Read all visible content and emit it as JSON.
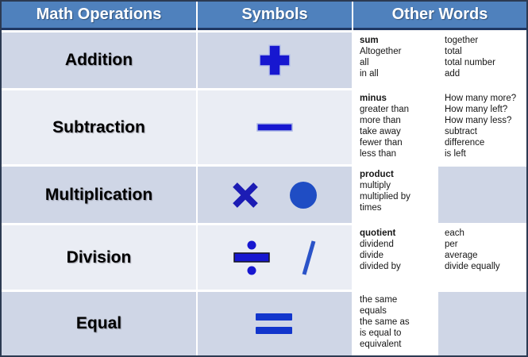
{
  "table": {
    "headers": [
      {
        "label": "Math Operations"
      },
      {
        "label": "Symbols"
      },
      {
        "label": "Other Words"
      }
    ],
    "rows": [
      {
        "operation": "Addition",
        "symbols": [
          "plus"
        ],
        "first_word_bold": true,
        "words_col_a": [
          "sum",
          "Altogether",
          "all",
          "in all"
        ],
        "words_col_b": [
          "together",
          "total",
          "total number",
          "add"
        ]
      },
      {
        "operation": "Subtraction",
        "symbols": [
          "minus"
        ],
        "first_word_bold": true,
        "words_col_a": [
          "minus",
          "greater than",
          "more than",
          "take away",
          "fewer than",
          "less than"
        ],
        "words_col_b": [
          "How many more?",
          "How many left?",
          "How many less?",
          "subtract",
          "difference",
          "is left"
        ]
      },
      {
        "operation": "Multiplication",
        "symbols": [
          "times-x",
          "dot"
        ],
        "first_word_bold": true,
        "words_col_a": [
          "product",
          "multiply",
          "multiplied by",
          "times"
        ],
        "words_col_b": []
      },
      {
        "operation": "Division",
        "symbols": [
          "obelus",
          "slash"
        ],
        "first_word_bold": true,
        "words_col_a": [
          "quotient",
          "dividend",
          "divide",
          "divided by"
        ],
        "words_col_b": [
          "each",
          "per",
          "average",
          "divide equally"
        ]
      },
      {
        "operation": "Equal",
        "symbols": [
          "equals"
        ],
        "first_word_bold": false,
        "words_col_a": [
          "the same",
          "equals",
          "the same as",
          "is equal to",
          "equivalent"
        ],
        "words_col_b": []
      }
    ],
    "colors": {
      "header_bg": "#4f81bd",
      "header_text": "#ffffff",
      "header_underline": "#1f3864",
      "row_dark": "#cfd6e6",
      "row_light": "#eaedf4",
      "cell_white": "#ffffff",
      "outer_border": "#2c3a52",
      "symbol_blue": "#1717d0",
      "symbol_royal_blue": "#1f4dc4"
    }
  }
}
